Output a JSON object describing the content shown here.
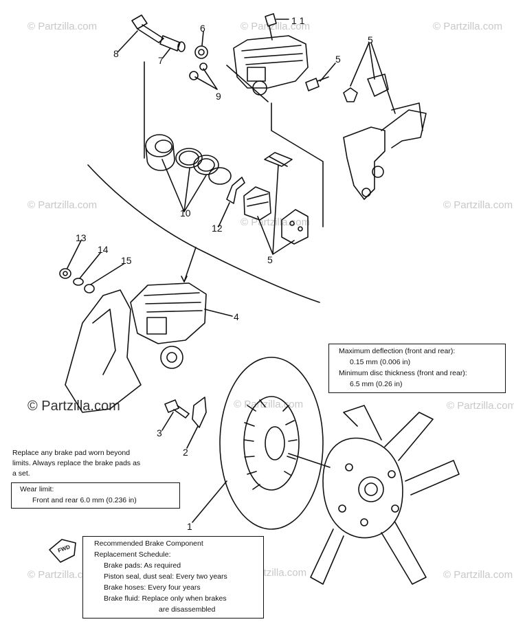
{
  "watermarks": {
    "small": "© Partzilla.com",
    "large": "© Partzilla.com"
  },
  "callouts": {
    "c1": "1",
    "c2": "2",
    "c3": "3",
    "c4": "4",
    "c5a": "5",
    "c5b": "5",
    "c5c": "5",
    "c6": "6",
    "c7": "7",
    "c8": "8",
    "c9": "9",
    "c10": "10",
    "c11": "1 1",
    "c12": "12",
    "c13": "13",
    "c14": "14",
    "c15": "15"
  },
  "spec_box": {
    "line1": "Maximum deflection (front and rear):",
    "line2": "0.15 mm (0.006 in)",
    "line3": "Minimum disc thickness (front and rear):",
    "line4": "6.5 mm    (0.26 in)"
  },
  "pad_note": {
    "line1": "Replace any brake pad worn beyond",
    "line2": "limits. Always replace the brake pads as",
    "line3": "a set."
  },
  "wear_box": {
    "line1": "Wear limit:",
    "line2": "Front and rear 6.0 mm (0.236 in)"
  },
  "schedule_box": {
    "line1": "Recommended Brake Component",
    "line2": "Replacement Schedule:",
    "line3": "Brake pads:  As required",
    "line4": "Piston seal, dust seal:  Every two years",
    "line5": "Brake hoses:  Every four years",
    "line6": "Brake fluid:  Replace only when brakes",
    "line7": "are disassembled"
  },
  "fwd_label": "FWD",
  "colors": {
    "ink": "#111111",
    "watermark": "#c8c8c8",
    "paper": "#ffffff"
  }
}
